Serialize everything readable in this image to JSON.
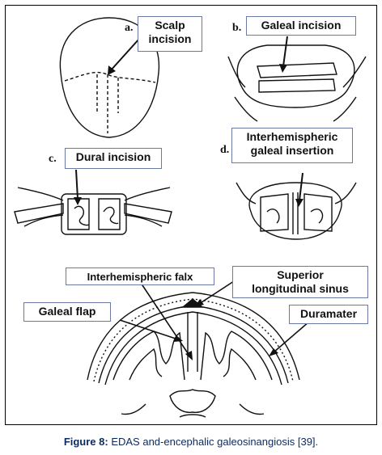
{
  "panels": {
    "a": {
      "letter": "a.",
      "label_line1": "Scalp",
      "label_line2": "incision"
    },
    "b": {
      "letter": "b.",
      "label": "Galeal incision"
    },
    "c": {
      "letter": "c.",
      "label": "Dural incision"
    },
    "d": {
      "letter": "d.",
      "label_line1": "Interhemispheric",
      "label_line2": "galeal insertion"
    }
  },
  "cross_section": {
    "falx_label": "Interhemispheric  falx",
    "sinus_line1": "Superior",
    "sinus_line2": "longitudinal sinus",
    "flap_label": "Galeal flap",
    "dura_label": "Duramater"
  },
  "caption": {
    "prefix": "Figure 8:",
    "text": " EDAS and-encephalic galeosinangiosis [39]."
  },
  "colors": {
    "label_border": "#6d7aa3",
    "caption": "#0b2a5e"
  }
}
